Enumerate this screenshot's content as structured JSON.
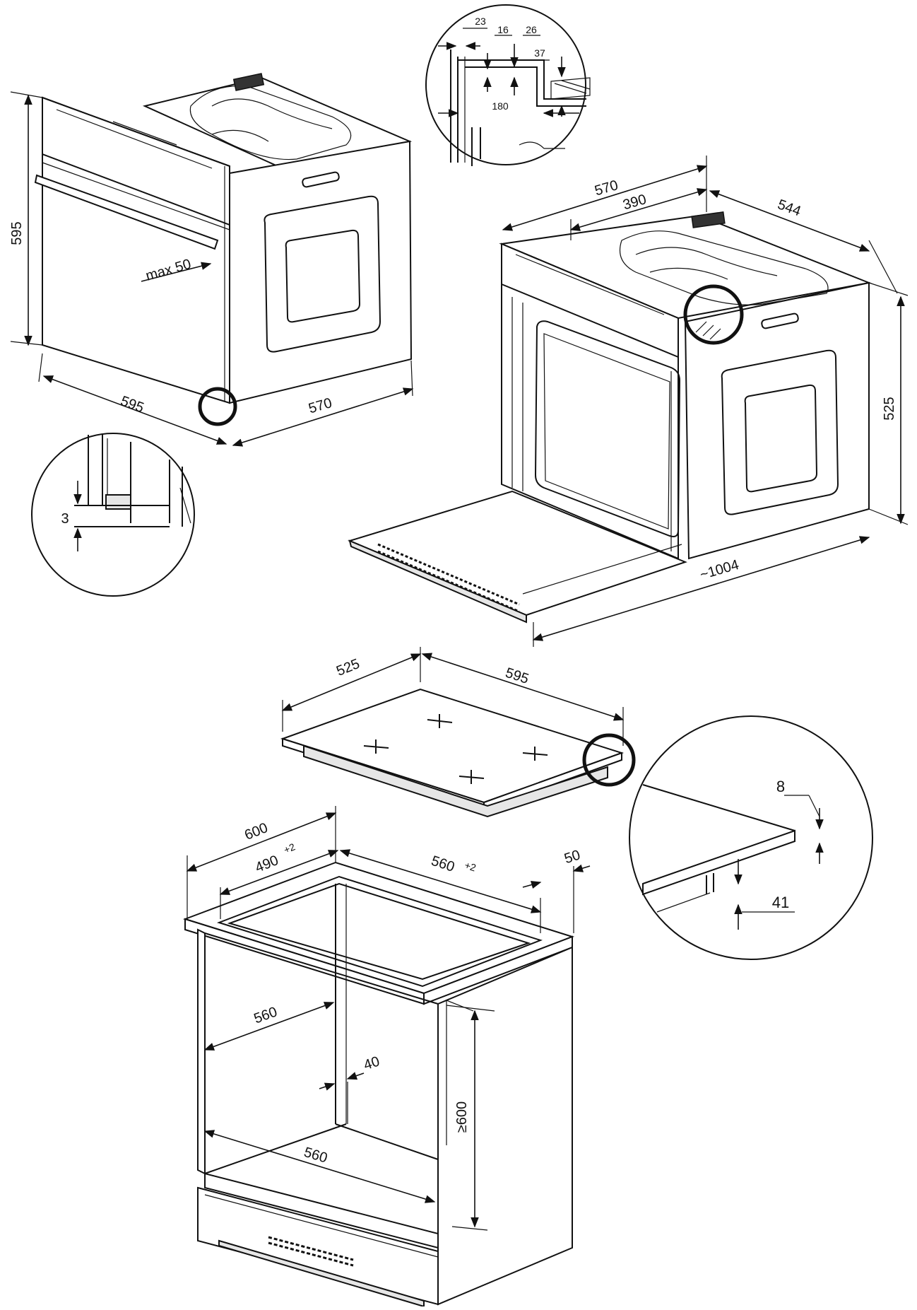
{
  "oven_front": {
    "height": "595",
    "width": "595",
    "depth": "570",
    "door_protrusion": "max 50",
    "gap_detail": "3"
  },
  "oven_top_detail": {
    "d1": "23",
    "d2": "16",
    "d3": "26",
    "d4": "37",
    "d5": "180"
  },
  "oven_open": {
    "depth_total": "570",
    "depth_inner": "390",
    "width": "544",
    "height": "525",
    "door_open_depth": "~1004"
  },
  "hob": {
    "depth": "525",
    "width": "595",
    "thickness": "8",
    "below_depth": "41"
  },
  "cabinet": {
    "width": "600",
    "cutout_depth": "490",
    "cutout_depth_tol": "+2",
    "cutout_width": "560",
    "cutout_width_tol": "+2",
    "back_gap": "50",
    "niche_depth": "560",
    "vent_gap": "40",
    "niche_width": "560",
    "niche_height": "≥600"
  }
}
